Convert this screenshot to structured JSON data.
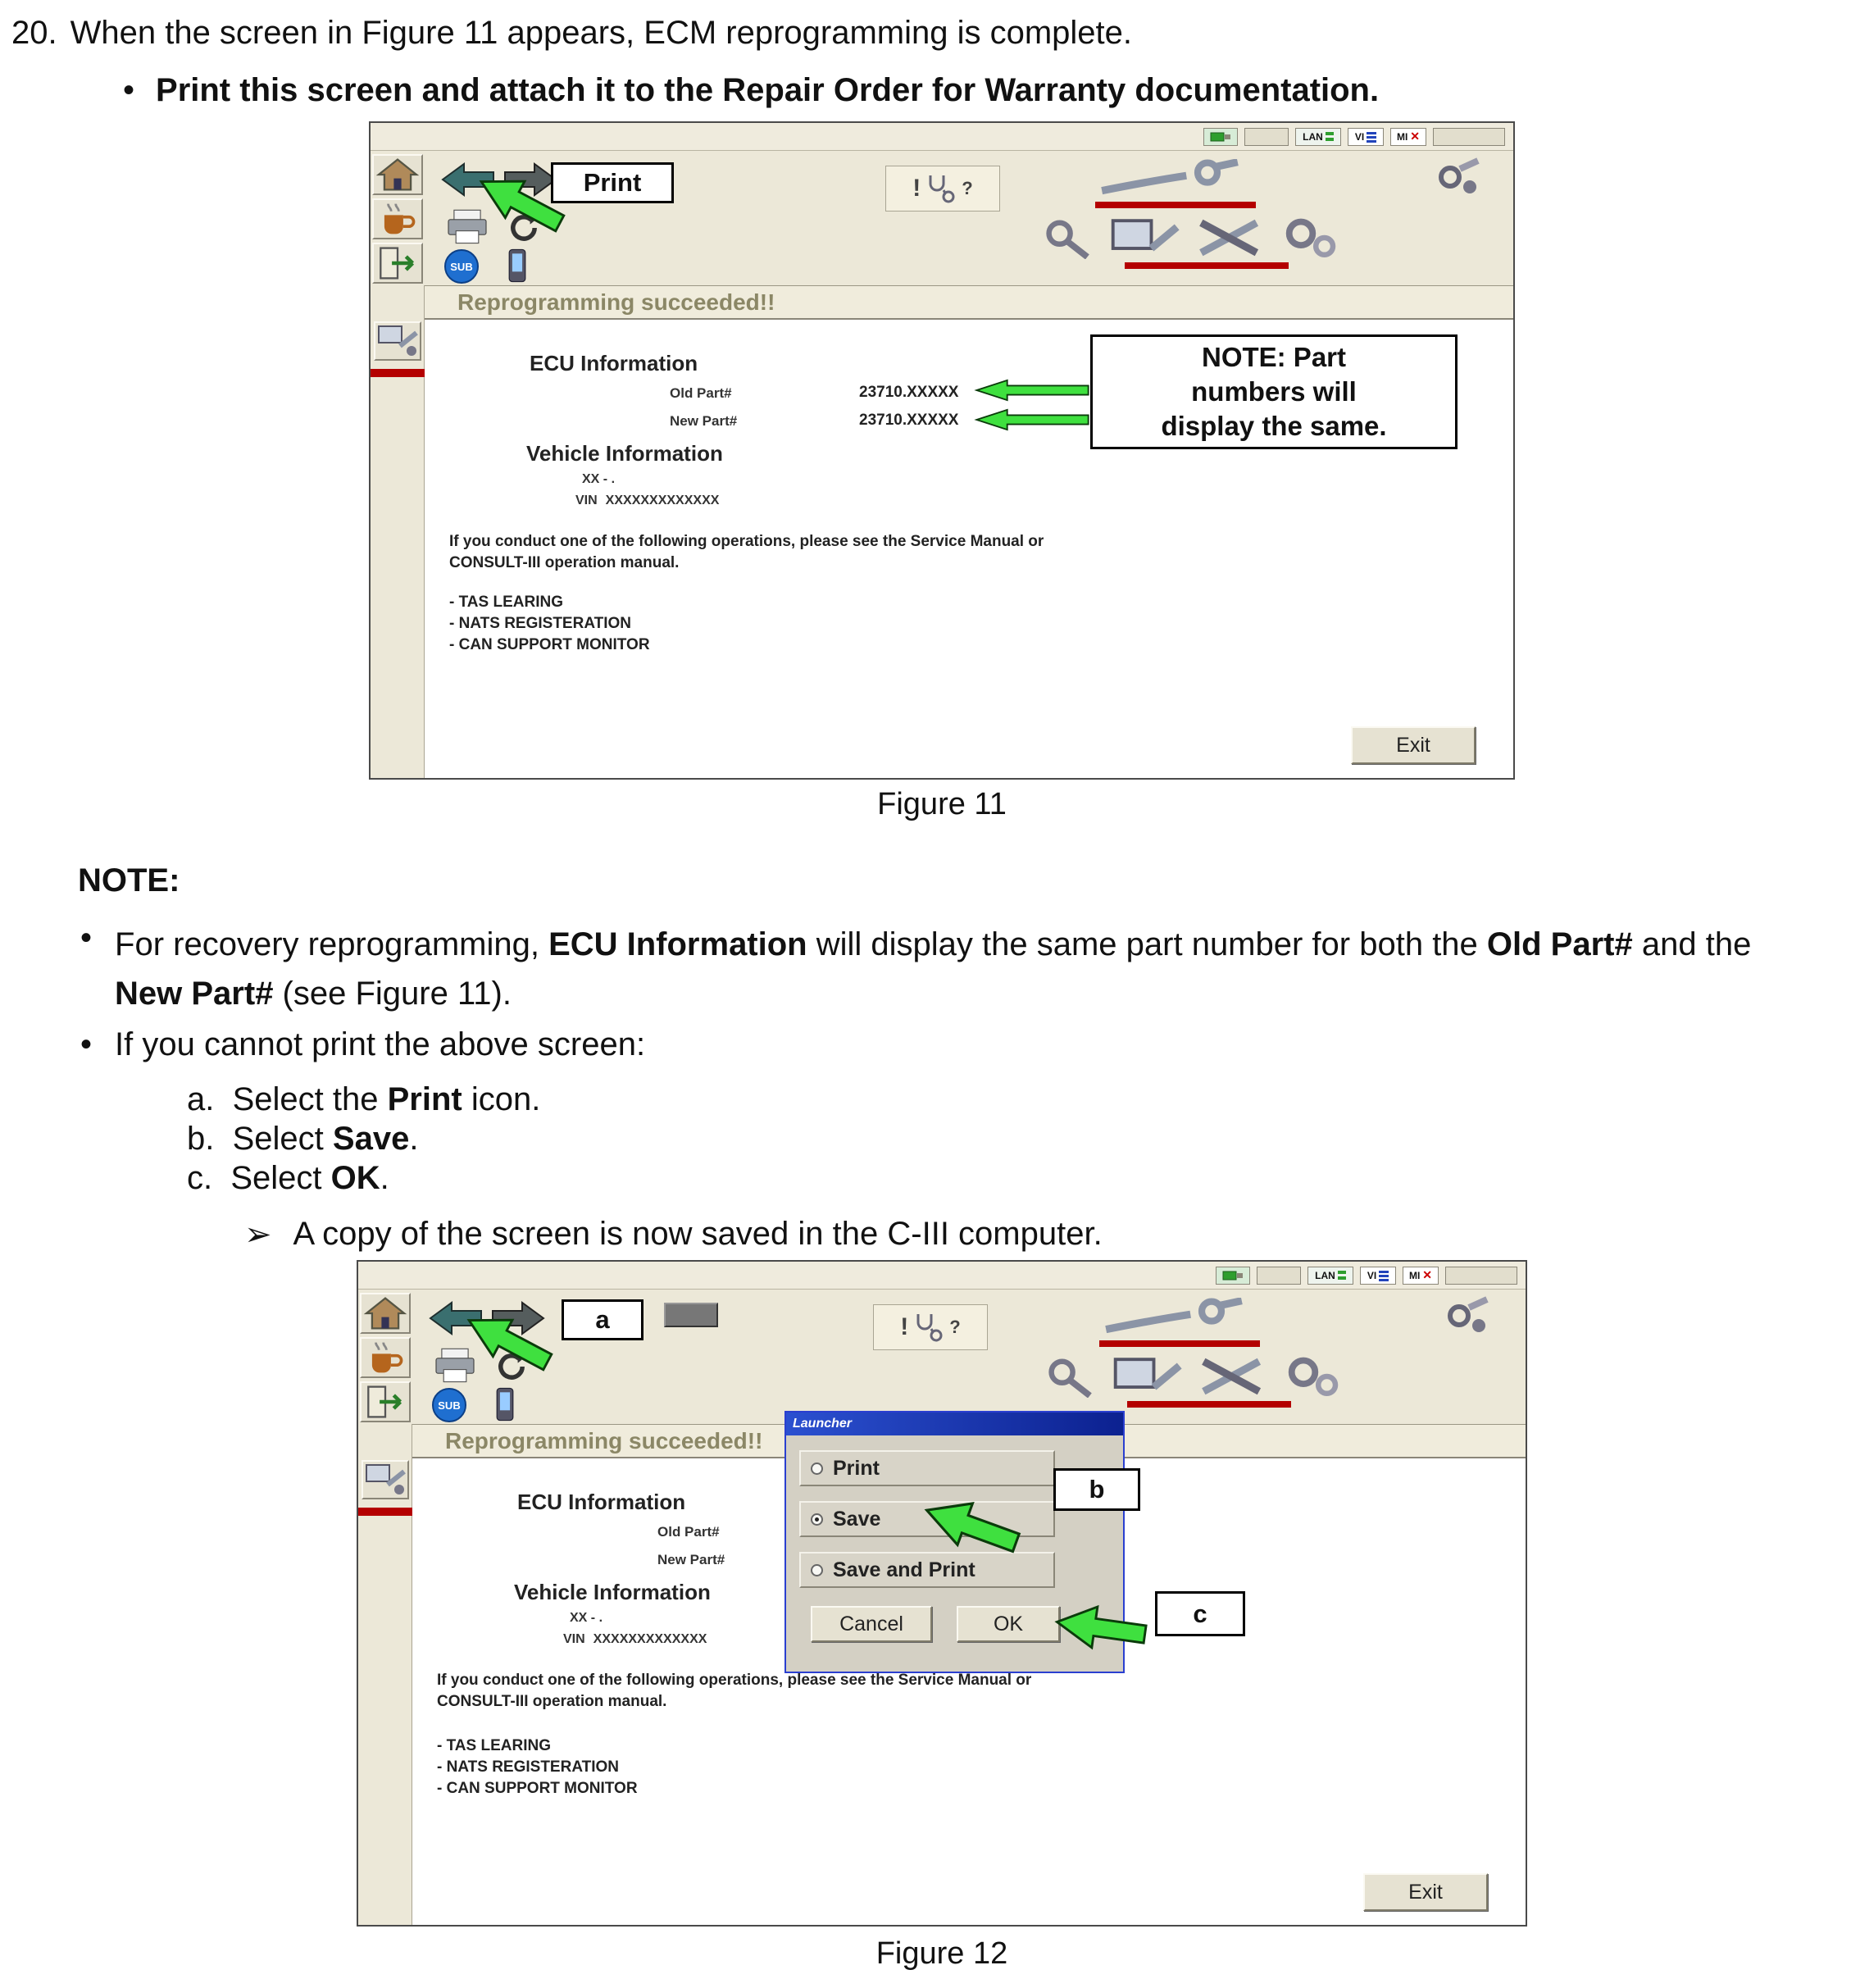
{
  "doc": {
    "step_number": "20.",
    "step_text": "When the screen in Figure 11 appears, ECM reprogramming is complete.",
    "bullet_char": "•",
    "step_bullet_bold": "Print this screen and attach it to the Repair Order for Warranty documentation.",
    "note_heading": "NOTE:",
    "note1": {
      "seg1": "For recovery reprogramming, ",
      "seg2": "ECU Information",
      "seg3": " will display the same part number for both the ",
      "seg4": "Old Part#",
      "seg5": " and the ",
      "seg6": "New Part#",
      "seg7": " (see Figure 11)."
    },
    "note2": "If you cannot print the above screen:",
    "substeps": [
      {
        "label": "a.",
        "pre": "Select the ",
        "bold": "Print",
        "post": " icon."
      },
      {
        "label": "b.",
        "pre": "Select ",
        "bold": "Save",
        "post": "."
      },
      {
        "label": "c.",
        "pre": "Select ",
        "bold": "OK",
        "post": "."
      }
    ],
    "arrow_char": "➢",
    "saved_note": "A copy of the screen is now saved in the C-III computer.",
    "fig11_caption": "Figure 11",
    "fig12_caption": "Figure 12"
  },
  "screen": {
    "title": "Reprogramming succeeded!!",
    "toolbar": {
      "sub_label": "SUB",
      "lan_label": "LAN",
      "vi_label": "VI",
      "mi_label": "MI",
      "close_x": "✕",
      "excl": "!",
      "quest": "?"
    },
    "ecu": {
      "heading": "ECU Information",
      "old_label": "Old Part#",
      "old_value": "23710.XXXXX",
      "new_label": "New Part#",
      "new_value": "23710.XXXXX"
    },
    "vehicle": {
      "heading": "Vehicle Information",
      "model": "XX - .",
      "vin_label": "VIN",
      "vin_value": "XXXXXXXXXXXXX"
    },
    "paragraph": {
      "line1": "If you conduct one of the following operations, please see the Service Manual or",
      "line2": "CONSULT-III operation manual."
    },
    "operations": [
      "- TAS LEARING",
      "- NATS REGISTERATION",
      "- CAN SUPPORT MONITOR"
    ],
    "exit_label": "Exit"
  },
  "fig11": {
    "print_callout": "Print",
    "note_box": {
      "line1": "NOTE: Part",
      "line2": "numbers will",
      "line3": "display the same."
    }
  },
  "fig12": {
    "callout_a": "a",
    "callout_b": "b",
    "callout_c": "c",
    "launcher": {
      "title": "Launcher",
      "option_print": "Print",
      "option_save": "Save",
      "option_save_print": "Save and Print",
      "cancel_label": "Cancel",
      "ok_label": "OK"
    }
  }
}
